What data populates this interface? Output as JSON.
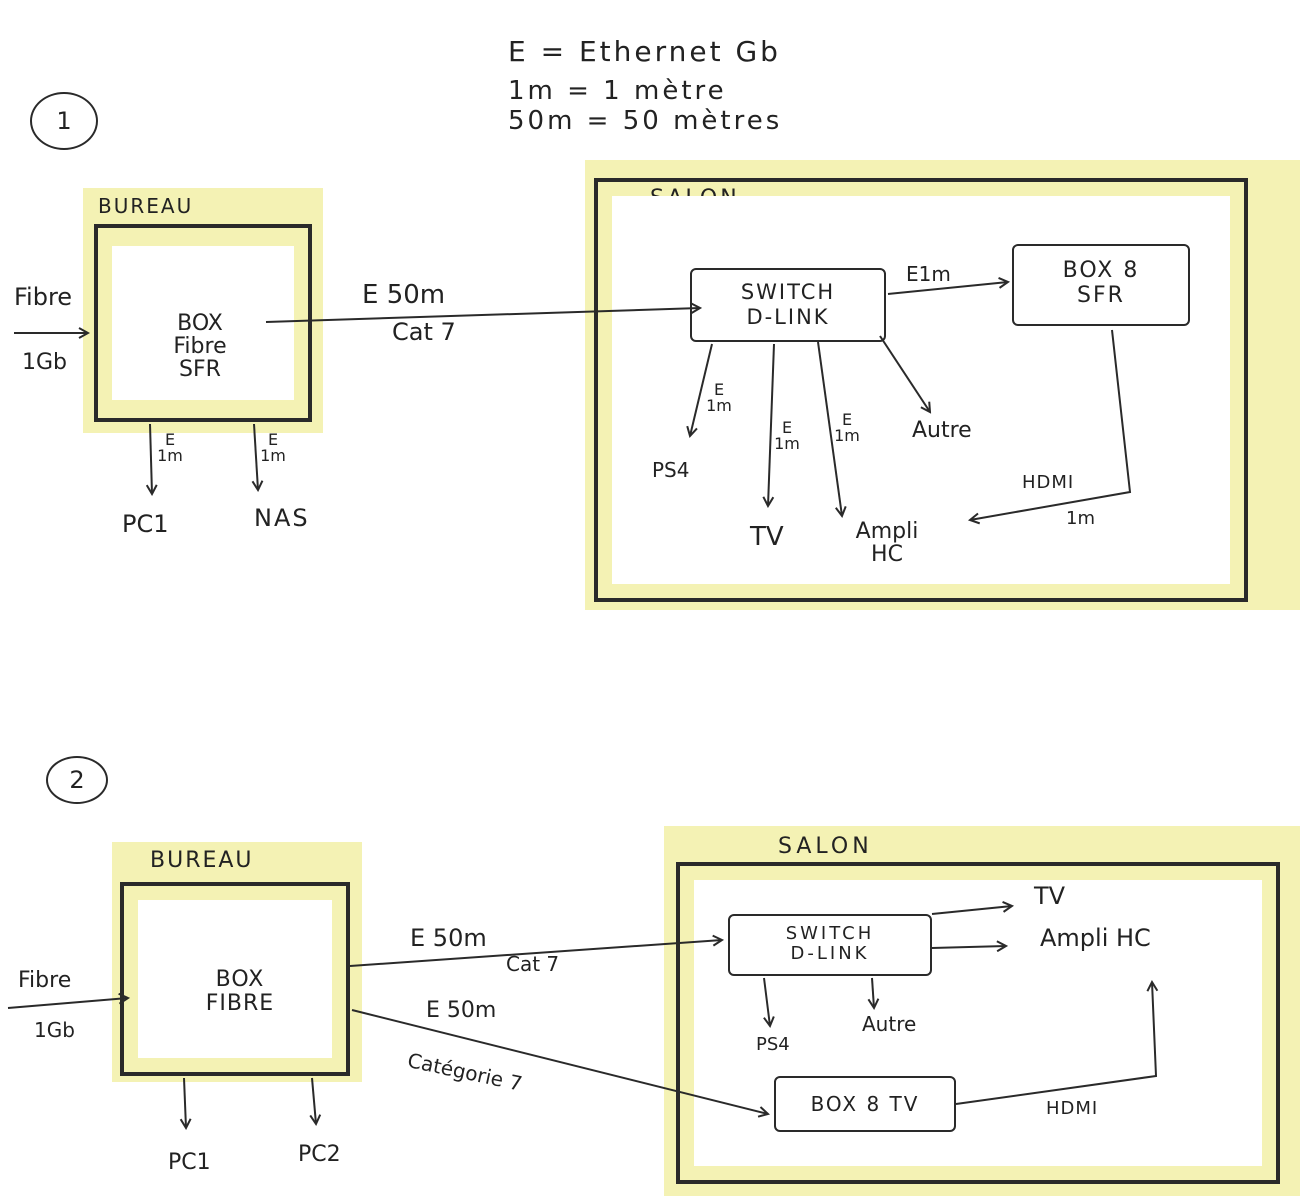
{
  "legend": {
    "line1": "E = Ethernet Gb",
    "line2": "1m = 1 mètre",
    "line3": "50m = 50 mètres"
  },
  "diagram1": {
    "number": "1",
    "bureau": {
      "title": "BUREAU",
      "box": "BOX\nFibre\nSFR",
      "fibre_label": "Fibre",
      "fibre_speed": "1Gb",
      "link_pc1": "E\n1m",
      "link_nas": "E\n1m",
      "pc1": "PC1",
      "nas": "NAS"
    },
    "trunk": {
      "label1": "E 50m",
      "label2": "Cat 7"
    },
    "salon": {
      "title": "SALON",
      "switch": "SWITCH\nD-LINK",
      "box8": "BOX 8\nSFR",
      "link_box8": "E1m",
      "link_ps4": "E\n1m",
      "link_tv": "E\n1m",
      "link_ampli": "E\n1m",
      "ps4": "PS4",
      "tv": "TV",
      "ampli": "Ampli\nHC",
      "autre": "Autre",
      "hdmi": "HDMI",
      "hdmi_len": "1m"
    }
  },
  "diagram2": {
    "number": "2",
    "bureau": {
      "title": "BUREAU",
      "box": "BOX\nFIBRE",
      "fibre_label": "Fibre",
      "fibre_speed": "1Gb",
      "pc1": "PC1",
      "pc2": "PC2"
    },
    "trunk1": {
      "label1": "E 50m",
      "label2": "Cat 7"
    },
    "trunk2": {
      "label1": "E 50m",
      "label2": "Catégorie 7"
    },
    "salon": {
      "title": "SALON",
      "switch": "SWITCH\nD-LINK",
      "box8": "BOX 8 TV",
      "tv": "TV",
      "ampli": "Ampli HC",
      "ps4": "PS4",
      "autre": "Autre",
      "hdmi": "HDMI"
    }
  }
}
